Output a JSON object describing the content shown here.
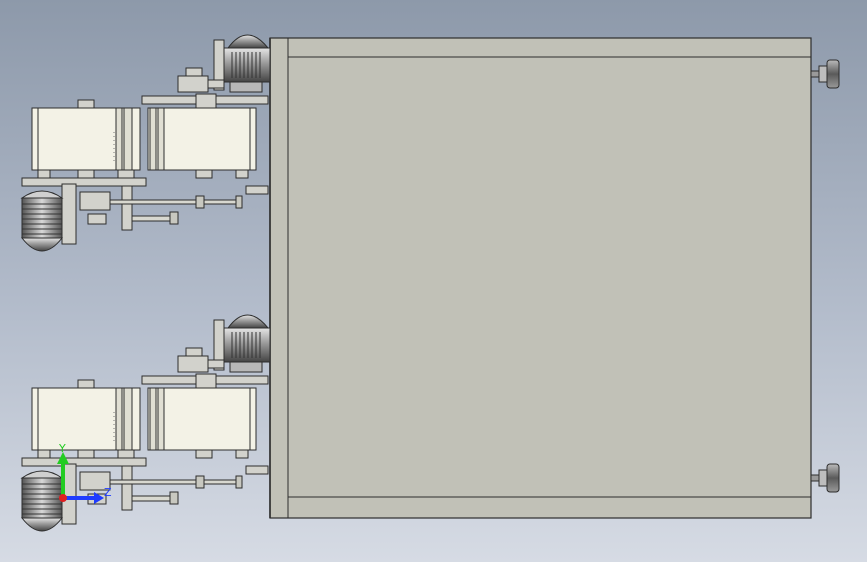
{
  "triad": {
    "y_label": "Y",
    "z_label": "Z",
    "y_color": "#22cc22",
    "z_color": "#1f3cff",
    "x_color": "#e02020"
  },
  "colors": {
    "background_top": "#8d99aa",
    "background_bottom": "#d6dbe4",
    "cabinet_fill": "#c1c1b7",
    "cabinet_edge": "#2d2d2d",
    "gearbox_fill": "#f3f2e6",
    "motor_fill": "#a3a3a3",
    "bracket_fill": "#d2d2cc",
    "foot_fill": "#7f7f7f"
  },
  "assemblies": [
    {
      "name": "upper-drive-assembly"
    },
    {
      "name": "lower-drive-assembly"
    }
  ],
  "icons": [
    "axis-triad-icon"
  ]
}
